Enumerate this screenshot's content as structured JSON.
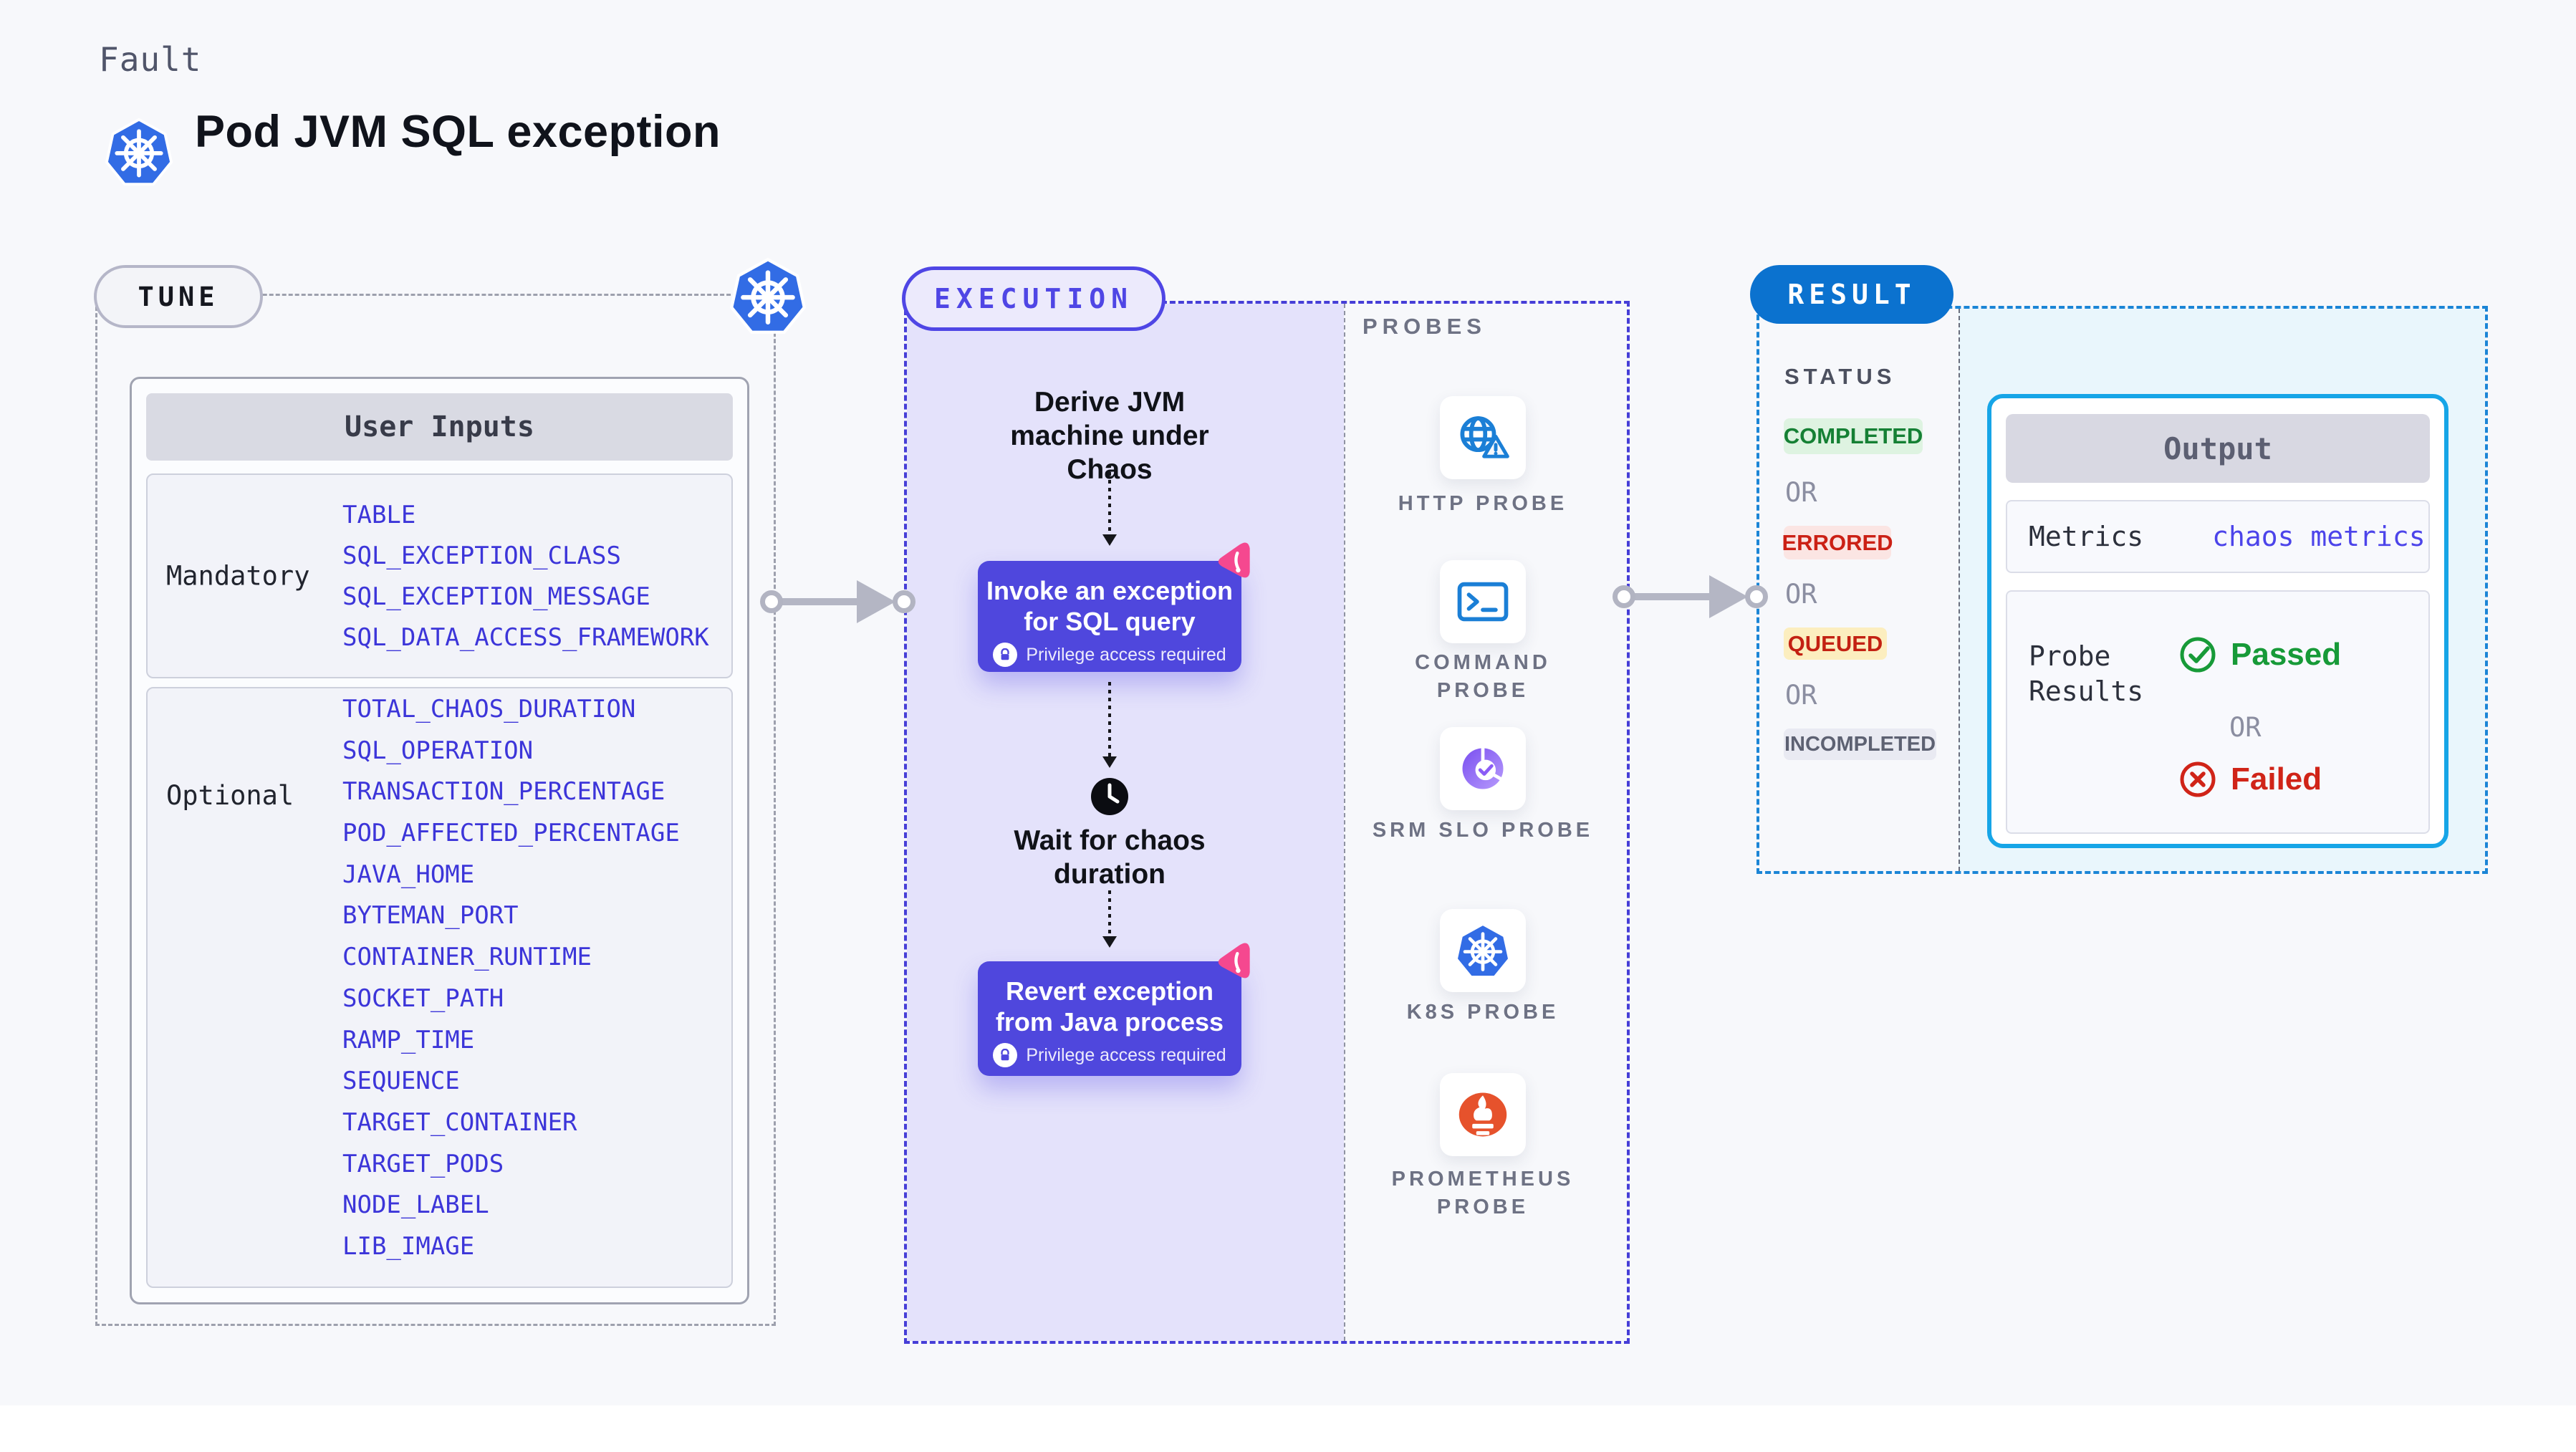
{
  "header": {
    "fault_label": "Fault",
    "title": "Pod JVM SQL exception"
  },
  "tune": {
    "pill": "TUNE",
    "table_title": "User Inputs",
    "mandatory": {
      "label": "Mandatory",
      "params": [
        "TABLE",
        "SQL_EXCEPTION_CLASS",
        "SQL_EXCEPTION_MESSAGE",
        "SQL_DATA_ACCESS_FRAMEWORK"
      ]
    },
    "optional": {
      "label": "Optional",
      "params": [
        "TOTAL_CHAOS_DURATION",
        "SQL_OPERATION",
        "TRANSACTION_PERCENTAGE",
        "POD_AFFECTED_PERCENTAGE",
        "JAVA_HOME",
        "BYTEMAN_PORT",
        "CONTAINER_RUNTIME",
        "SOCKET_PATH",
        "RAMP_TIME",
        "SEQUENCE",
        "TARGET_CONTAINER",
        "TARGET_PODS",
        "NODE_LABEL",
        "LIB_IMAGE"
      ]
    }
  },
  "execution": {
    "pill": "EXECUTION",
    "derive_step": "Derive JVM machine under Chaos",
    "invoke_step": "Invoke an exception for SQL query",
    "wait_step": "Wait for chaos duration",
    "revert_step": "Revert exception from Java process",
    "privilege_note": "Privilege access required"
  },
  "probes": {
    "label": "PROBES",
    "items": [
      {
        "label": "HTTP PROBE"
      },
      {
        "label": "COMMAND PROBE"
      },
      {
        "label": "SRM SLO PROBE"
      },
      {
        "label": "K8S PROBE"
      },
      {
        "label": "PROMETHEUS PROBE"
      }
    ]
  },
  "result": {
    "pill": "RESULT",
    "status_label": "STATUS",
    "or_label": "OR",
    "statuses": {
      "completed": "COMPLETED",
      "errored": "ERRORED",
      "queued": "QUEUED",
      "incompleted": "INCOMPLETED"
    },
    "output": {
      "title": "Output",
      "metrics_label": "Metrics",
      "metrics_value": "chaos metrics",
      "probe_results_label": "Probe Results",
      "passed_label": "Passed",
      "or_label": "OR",
      "failed_label": "Failed"
    }
  },
  "colors": {
    "accent_indigo": "#4f46e5",
    "lavender": "#e4e2fb",
    "result_blue": "#0b72cf",
    "output_border": "#16a5e7",
    "param_blue": "#3c35d9",
    "passed_green": "#179a38",
    "failed_red": "#d02418",
    "k8s_blue": "#326ce5",
    "prometheus_orange": "#e6522c",
    "litmus_pink": "#f5488f"
  }
}
